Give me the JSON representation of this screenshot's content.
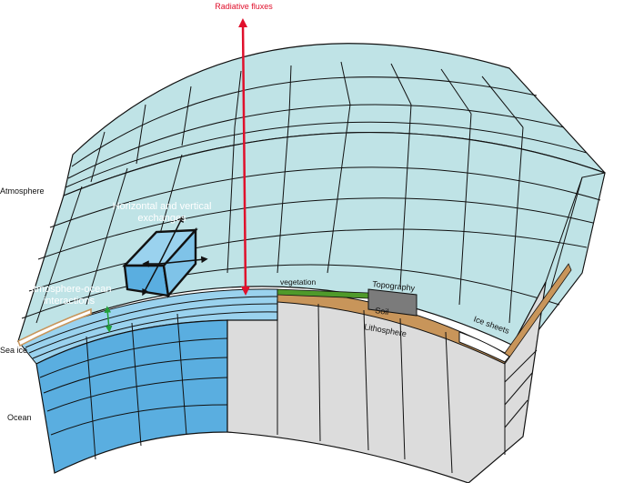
{
  "labels": {
    "radiative_fluxes": "Radiative fluxes",
    "atmosphere": "Atmosphere",
    "horizontal_vertical_1": "Horizontal and vertical",
    "horizontal_vertical_2": "exchanges",
    "atmosphere_ocean_1": "Atmosphere-ocean",
    "atmosphere_ocean_2": "interactions",
    "sea_ice": "Sea ice",
    "ocean": "Ocean",
    "vegetation": "vegetation",
    "topography": "Topography",
    "soil": "Soil",
    "lithosphere": "Lithosphere",
    "ice_sheets": "Ice sheets"
  },
  "colors": {
    "atmosphere": "#bfe3e6",
    "ocean": "#5aaee0",
    "ocean_top": "#9ad2ee",
    "land": "#dcdcdc",
    "soil": "#c8955a",
    "vegetation": "#4f9a2a",
    "topography": "#7b7b7b",
    "ice": "#ffffff",
    "flux_arrow": "#e0102c",
    "ao_arrow": "#22a03a",
    "grid": "#111111"
  }
}
